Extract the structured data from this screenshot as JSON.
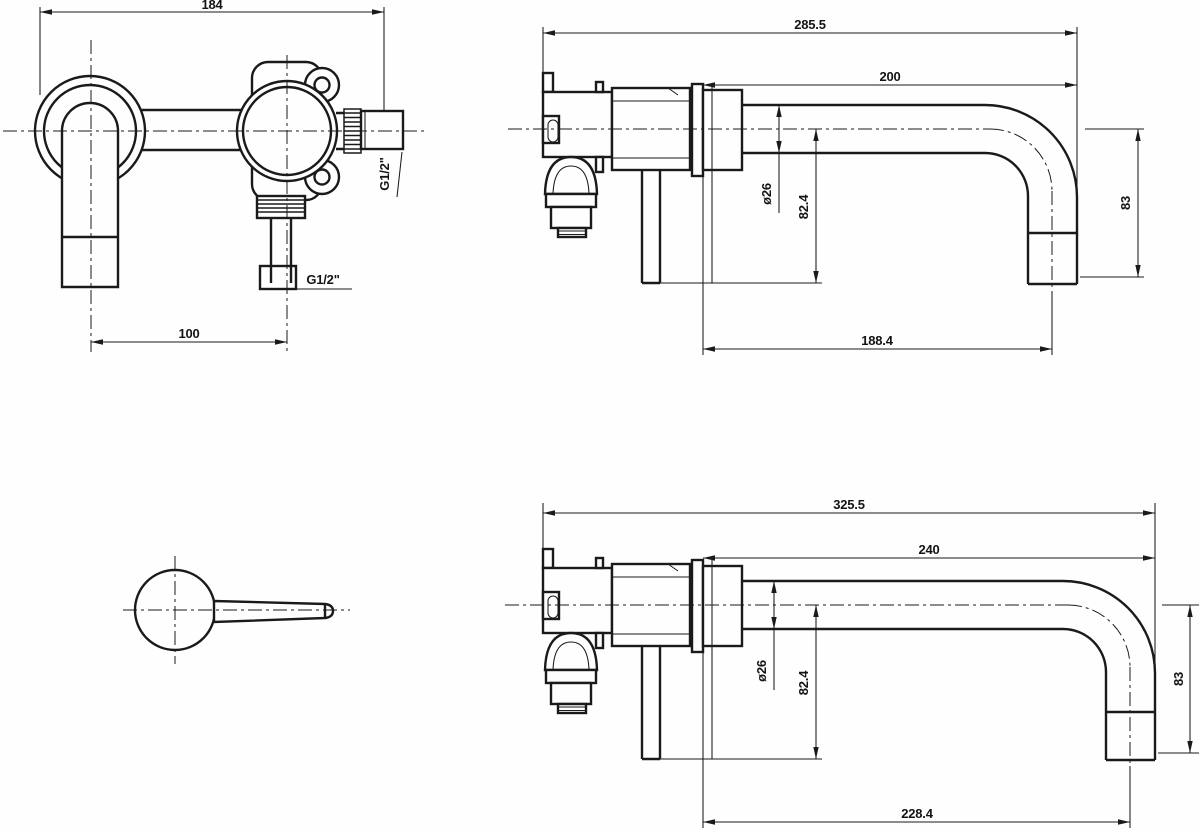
{
  "drawing": {
    "background": "#fefefe",
    "line_color": "#1a1a1a",
    "views": {
      "front": {
        "label": "front view of concealed mixer body",
        "dim_width": "184",
        "dim_spout_to_valve": "100",
        "outlet_thread": "G1/2\"",
        "inlet_thread": "G1/2\""
      },
      "side_200": {
        "label": "side view with 200 spout",
        "dim_overall": "285.5",
        "dim_spout_reach": "200",
        "dim_spout_diameter": "ø26",
        "dim_center_to_plate": "82.4",
        "dim_center_to_spout_end": "83",
        "dim_wall_to_outlet": "188.4"
      },
      "side_240": {
        "label": "side view with 240 spout",
        "dim_overall": "325.5",
        "dim_spout_reach": "240",
        "dim_spout_diameter": "ø26",
        "dim_center_to_plate": "82.4",
        "dim_center_to_spout_end": "83",
        "dim_wall_to_outlet": "228.4"
      },
      "handle": {
        "label": "lever handle detail"
      }
    }
  }
}
